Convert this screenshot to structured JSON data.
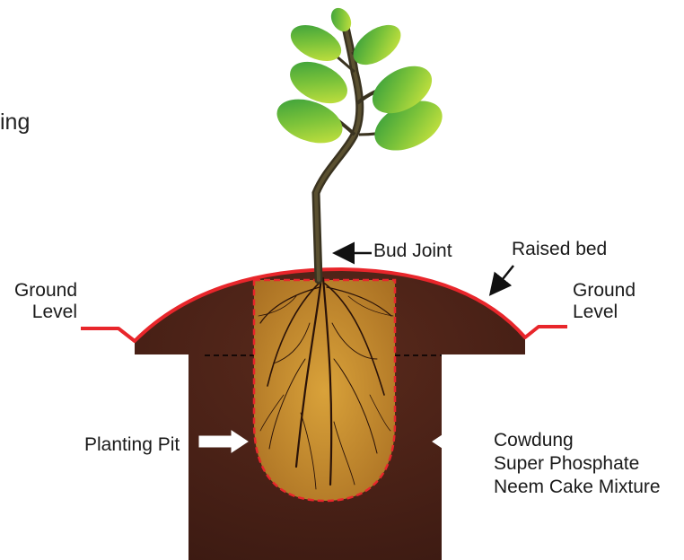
{
  "title_fragment": "ing",
  "labels": {
    "ground_left": [
      "Ground",
      "Level"
    ],
    "ground_right": [
      "Ground",
      "Level"
    ],
    "bud_joint": "Bud Joint",
    "raised_bed": "Raised bed",
    "planting_pit": "Planting Pit",
    "mixture": [
      "Cowdung",
      "Super Phosphate",
      "Neem Cake Mixture"
    ]
  },
  "colors": {
    "soil": "#4a1f17",
    "soil_dark": "#3a1610",
    "pit_fill": "#c8922e",
    "outline_red": "#e8262b",
    "leaf_light": "#c7e23a",
    "leaf_dark": "#2e9a3a",
    "stem": "#3a3320"
  }
}
